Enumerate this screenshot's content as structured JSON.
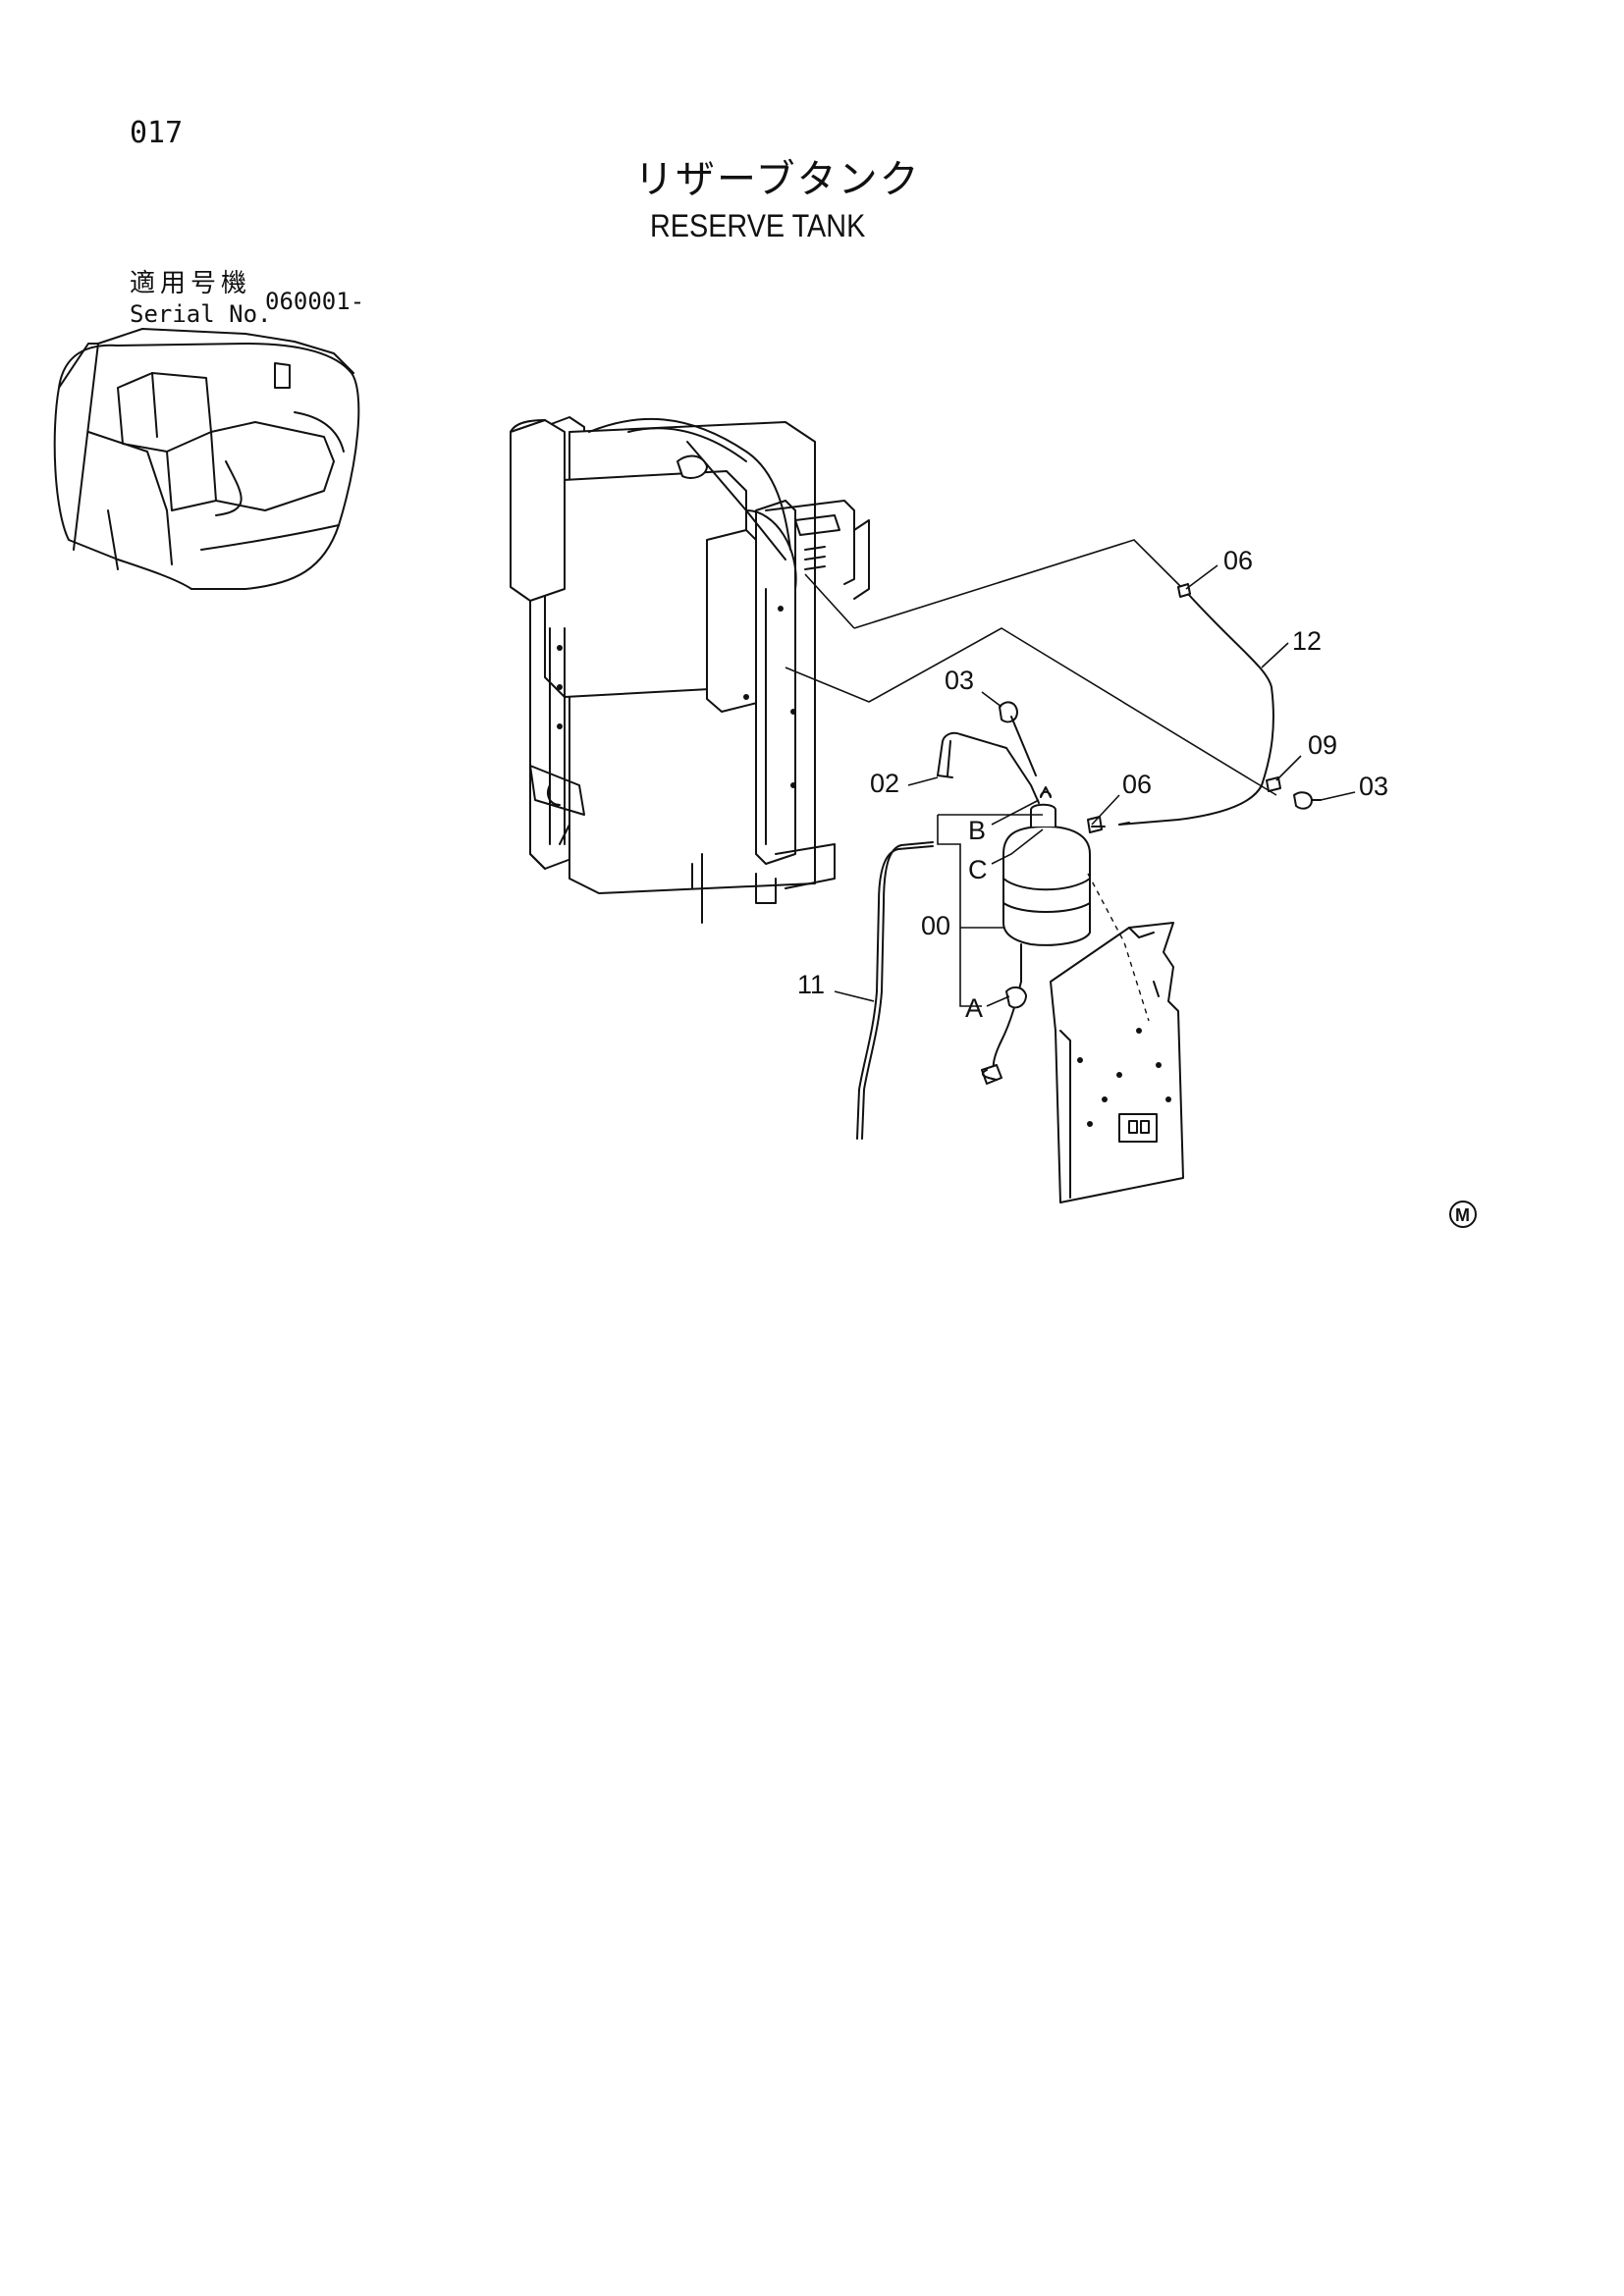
{
  "page": {
    "number": "017"
  },
  "title": {
    "japanese": "リザーブタンク",
    "english": "RESERVE TANK"
  },
  "serial": {
    "label_jp": "適用号機",
    "label_en": "Serial No.",
    "value": "060001-"
  },
  "callouts": {
    "c06_top": "06",
    "c12": "12",
    "c09": "09",
    "c03_right": "03",
    "c03_mid": "03",
    "c02": "02",
    "c06_mid": "06",
    "cB": "B",
    "cC": "C",
    "c00": "00",
    "c11": "11",
    "cA": "A"
  },
  "mark": {
    "letter": "M"
  }
}
